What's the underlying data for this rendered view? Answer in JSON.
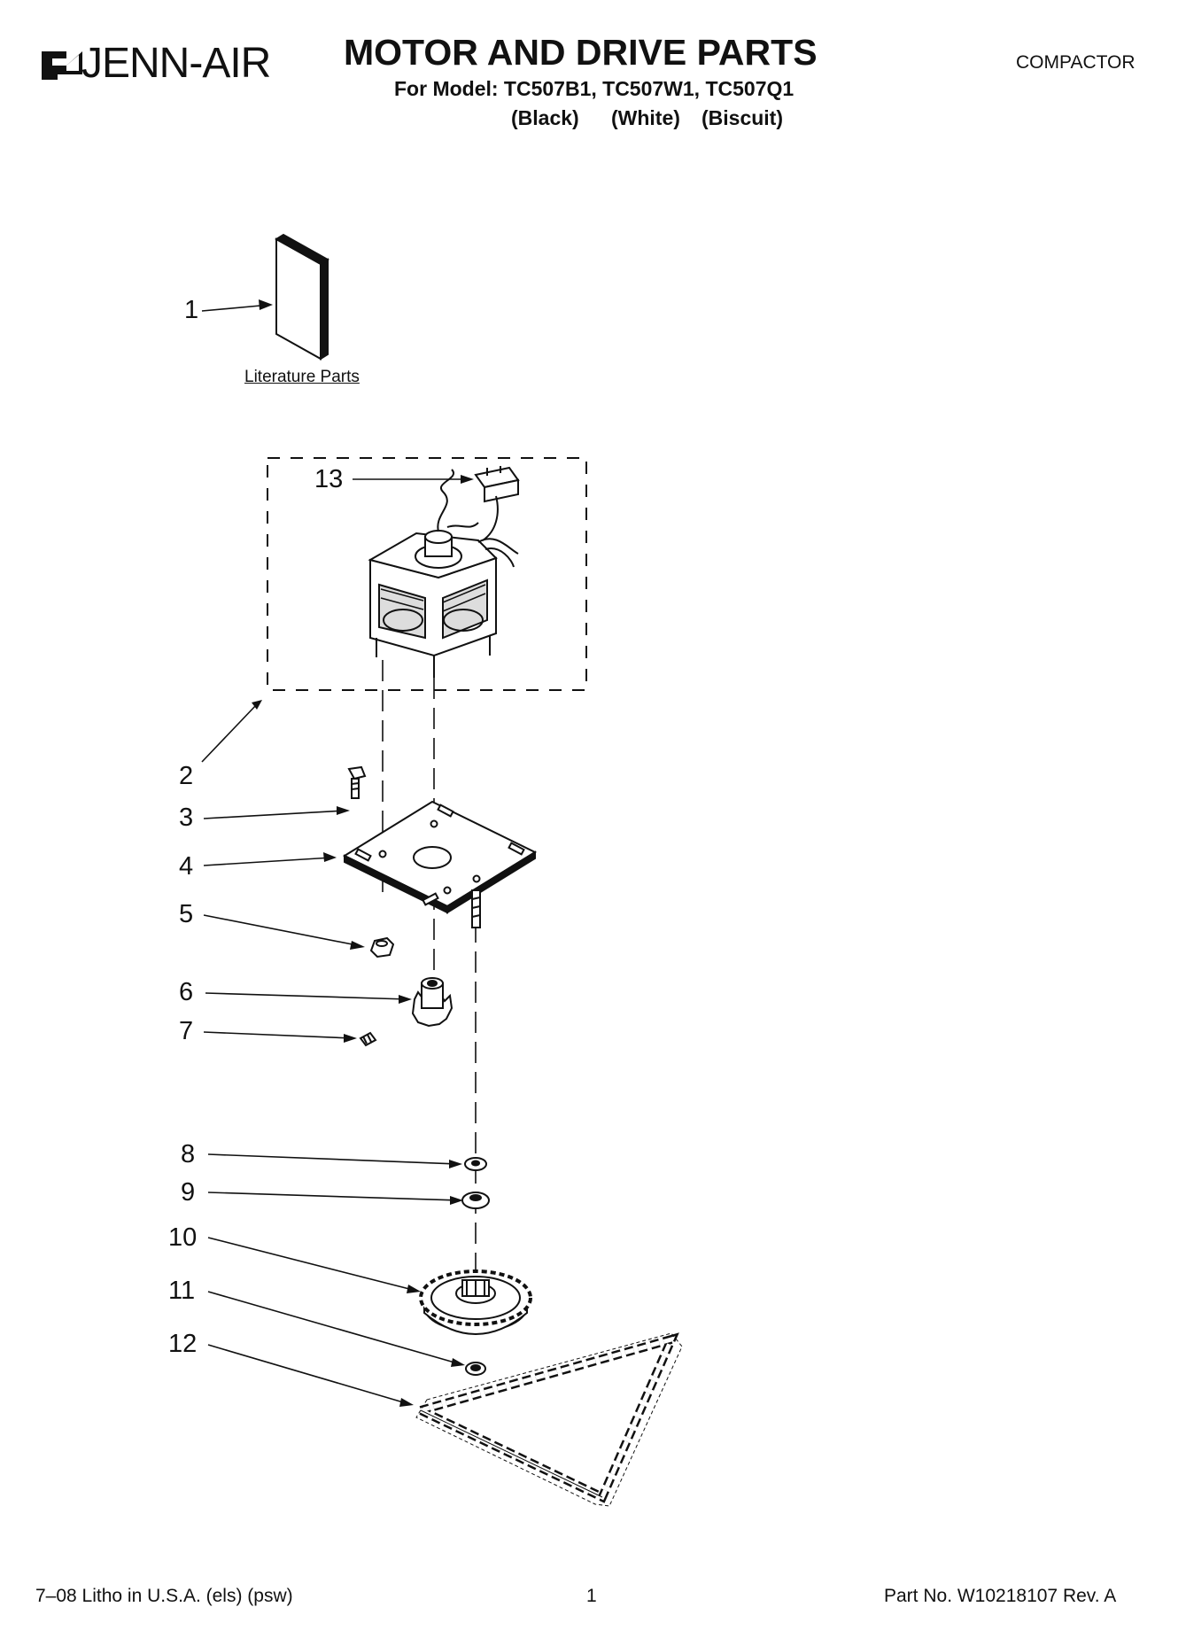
{
  "header": {
    "brand": "JENN-AIR",
    "title": "MOTOR AND DRIVE PARTS",
    "model_line": "For Model: TC507B1, TC507W1, TC507Q1",
    "variants": [
      "(Black)",
      "(White)",
      "(Biscuit)"
    ],
    "category": "COMPACTOR"
  },
  "diagram": {
    "literature_label": "Literature Parts",
    "callouts": [
      "1",
      "2",
      "3",
      "4",
      "5",
      "6",
      "7",
      "8",
      "9",
      "10",
      "11",
      "12",
      "13"
    ]
  },
  "footer": {
    "left": "7–08 Litho in U.S.A. (els) (psw)",
    "page": "1",
    "part_no": "Part No. W10218107 Rev. A"
  }
}
